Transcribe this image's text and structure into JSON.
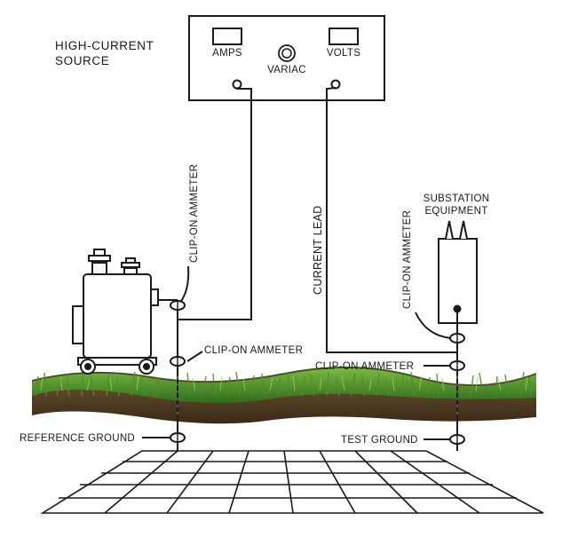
{
  "source": {
    "title_line1": "HIGH-CURRENT",
    "title_line2": "SOURCE",
    "amps_label": "AMPS",
    "volts_label": "VOLTS",
    "variac_label": "VARIAC"
  },
  "labels": {
    "clip_on_ammeter_vertical_left": "CLIP-ON AMMETER",
    "clip_on_ammeter_mid": "CLIP-ON AMMETER",
    "clip_on_ammeter_right": "CLIP-ON AMMETER",
    "clip_on_ammeter_vertical_right": "CLIP-ON AMMETER",
    "current_lead": "CURRENT LEAD",
    "substation_line1": "SUBSTATION",
    "substation_line2": "EQUIPMENT",
    "reference_ground": "REFERENCE GROUND",
    "test_ground": "TEST GROUND"
  },
  "colors": {
    "line": "#1a1a1a",
    "grass_dark": "#2f6b1c",
    "grass_light": "#6fae3a",
    "soil": "#4a3520",
    "equipment_fill": "#ffffff"
  }
}
